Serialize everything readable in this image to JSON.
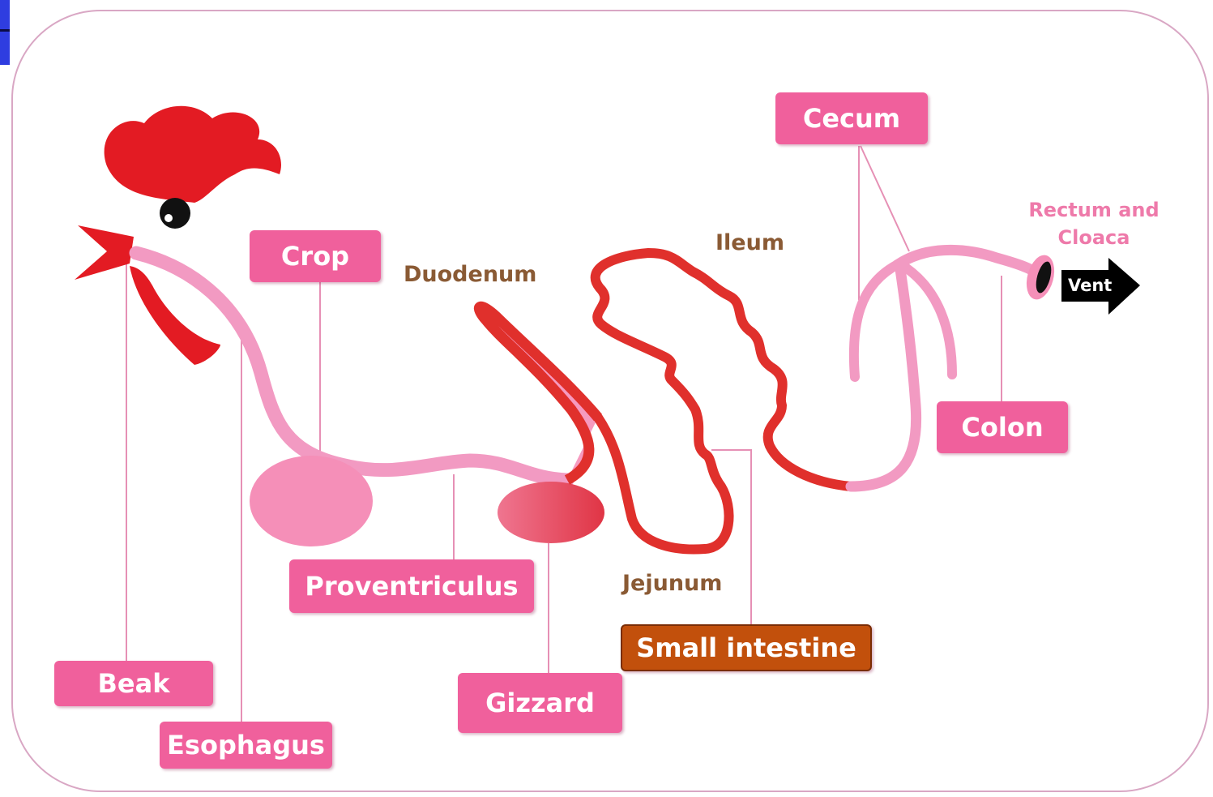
{
  "labels": {
    "cecum": "Cecum",
    "rectum_line1": "Rectum and",
    "rectum_line2": "Cloaca",
    "vent": "Vent",
    "ileum": "Ileum",
    "duodenum": "Duodenum",
    "crop": "Crop",
    "colon": "Colon",
    "proventriculus": "Proventriculus",
    "jejunum": "Jejunum",
    "small_intestine": "Small intestine",
    "beak": "Beak",
    "gizzard": "Gizzard",
    "esophagus": "Esophagus"
  },
  "colors": {
    "label_box": "#f0609c",
    "small_intestine_box": "#c2500c",
    "comb": "#e31b23",
    "esophagus_tube": "#f29ac2",
    "intestine": "#e0302c",
    "frame": "#d9a7c4"
  }
}
